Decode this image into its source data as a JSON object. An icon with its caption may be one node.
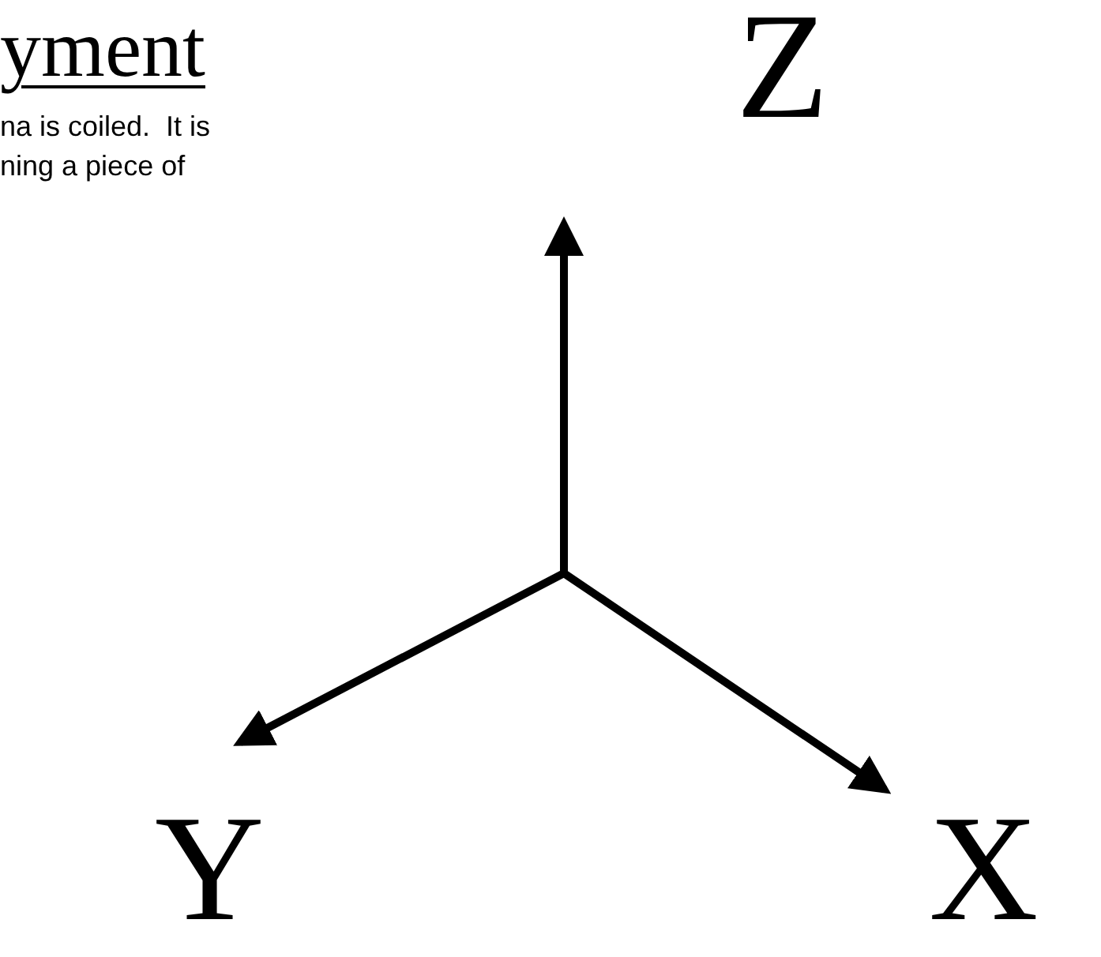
{
  "diagram": {
    "title": "yment",
    "labels": [
      "na is coiled.  It is",
      "ning a piece of",
      "Z",
      "Y",
      "X"
    ]
  }
}
